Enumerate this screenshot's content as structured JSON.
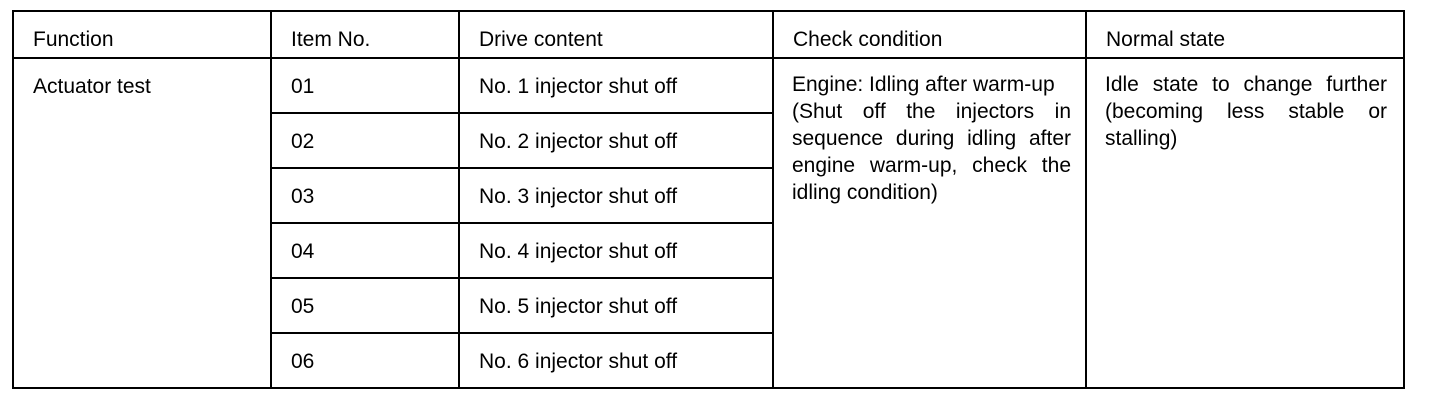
{
  "table": {
    "headers": [
      {
        "key": "function",
        "label": "Function"
      },
      {
        "key": "item_no",
        "label": "Item No."
      },
      {
        "key": "drive_content",
        "label": "Drive content"
      },
      {
        "key": "check_condition",
        "label": "Check condition"
      },
      {
        "key": "normal_state",
        "label": "Normal state"
      }
    ],
    "function_label": "Actuator test",
    "rows": [
      {
        "item_no": "01",
        "drive_content": "No. 1 injector shut off"
      },
      {
        "item_no": "02",
        "drive_content": "No. 2 injector shut off"
      },
      {
        "item_no": "03",
        "drive_content": "No. 3 injector shut off"
      },
      {
        "item_no": "04",
        "drive_content": "No. 4 injector shut off"
      },
      {
        "item_no": "05",
        "drive_content": "No. 5 injector shut off"
      },
      {
        "item_no": "06",
        "drive_content": "No. 6 injector shut off"
      }
    ],
    "check_condition": {
      "line_1": "Engine: Idling after warm-up",
      "line_2": "(Shut off the injectors in sequence during idling after engine warm-up, check the idling condition)"
    },
    "normal_state": {
      "line_1": "Idle state to change further (becoming less stable or stalling)"
    }
  }
}
